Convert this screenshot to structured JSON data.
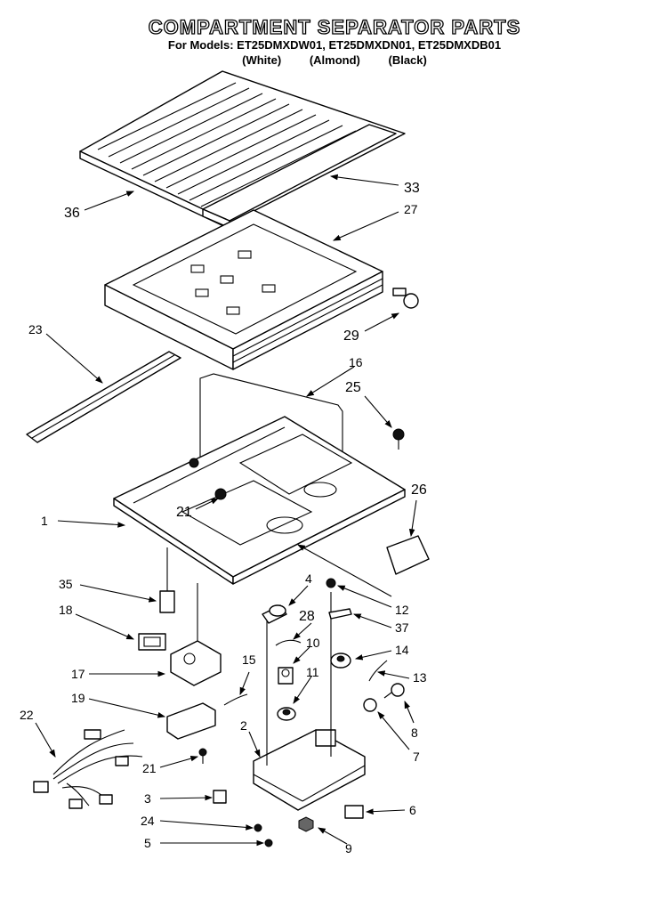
{
  "header": {
    "title": "COMPARTMENT SEPARATOR PARTS",
    "models_line": "For Models: ET25DMXDW01, ET25DMXDN01, ET25DMXDB01",
    "colors": [
      "(White)",
      "(Almond)",
      "(Black)"
    ]
  },
  "callouts": [
    "36",
    "33",
    "27",
    "29",
    "23",
    "16",
    "25",
    "26",
    "1",
    "21",
    "35",
    "4",
    "12",
    "28",
    "37",
    "18",
    "10",
    "14",
    "17",
    "15",
    "11",
    "13",
    "19",
    "22",
    "8",
    "2",
    "7",
    "21",
    "3",
    "6",
    "24",
    "9",
    "5"
  ]
}
